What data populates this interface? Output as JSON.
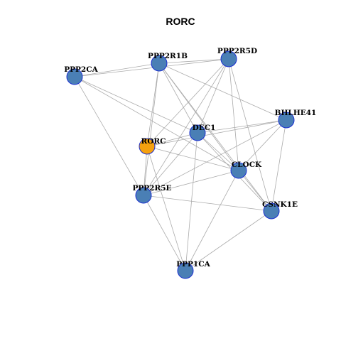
{
  "title": "RORC",
  "colors": {
    "default_node": "#4a7fb5",
    "highlight_node": "#f5a10f",
    "node_border": "#1b2fd1",
    "edge": "#ababab"
  },
  "nodes": [
    {
      "id": "PPP2R1B",
      "label": "PPP2R1B",
      "highlight": false
    },
    {
      "id": "PPP2R5D",
      "label": "PPP2R5D",
      "highlight": false
    },
    {
      "id": "PPP2CA",
      "label": "PPP2CA",
      "highlight": false
    },
    {
      "id": "BHLHE41",
      "label": "BHLHE41",
      "highlight": false
    },
    {
      "id": "DEC1",
      "label": "DEC1",
      "highlight": false
    },
    {
      "id": "RORC",
      "label": "RORC",
      "highlight": true
    },
    {
      "id": "CLOCK",
      "label": "CLOCK",
      "highlight": false
    },
    {
      "id": "PPP2R5E",
      "label": "PPP2R5E",
      "highlight": false
    },
    {
      "id": "CSNK1E",
      "label": "CSNK1E",
      "highlight": false
    },
    {
      "id": "PPP1CA",
      "label": "PPP1CA",
      "highlight": false
    }
  ],
  "edges": [
    [
      "PPP2CA",
      "PPP2R1B"
    ],
    [
      "PPP2CA",
      "PPP2R5D"
    ],
    [
      "PPP2CA",
      "DEC1"
    ],
    [
      "PPP2CA",
      "PPP2R5E"
    ],
    [
      "PPP2CA",
      "CLOCK"
    ],
    [
      "PPP2R1B",
      "PPP2R5D"
    ],
    [
      "PPP2R1B",
      "BHLHE41"
    ],
    [
      "PPP2R1B",
      "DEC1"
    ],
    [
      "PPP2R1B",
      "RORC"
    ],
    [
      "PPP2R1B",
      "CLOCK"
    ],
    [
      "PPP2R1B",
      "PPP2R5E"
    ],
    [
      "PPP2R1B",
      "CSNK1E"
    ],
    [
      "PPP2R5D",
      "DEC1"
    ],
    [
      "PPP2R5D",
      "RORC"
    ],
    [
      "PPP2R5D",
      "CLOCK"
    ],
    [
      "PPP2R5D",
      "CSNK1E"
    ],
    [
      "PPP2R5D",
      "PPP2R5E"
    ],
    [
      "BHLHE41",
      "DEC1"
    ],
    [
      "BHLHE41",
      "RORC"
    ],
    [
      "BHLHE41",
      "CLOCK"
    ],
    [
      "BHLHE41",
      "CSNK1E"
    ],
    [
      "BHLHE41",
      "PPP2R5E"
    ],
    [
      "DEC1",
      "RORC"
    ],
    [
      "DEC1",
      "CLOCK"
    ],
    [
      "DEC1",
      "PPP2R5E"
    ],
    [
      "DEC1",
      "CSNK1E"
    ],
    [
      "DEC1",
      "PPP1CA"
    ],
    [
      "RORC",
      "CLOCK"
    ],
    [
      "RORC",
      "PPP2R5E"
    ],
    [
      "RORC",
      "PPP1CA"
    ],
    [
      "CLOCK",
      "CSNK1E"
    ],
    [
      "CLOCK",
      "PPP2R5E"
    ],
    [
      "CLOCK",
      "PPP1CA"
    ],
    [
      "PPP2R5E",
      "CSNK1E"
    ],
    [
      "PPP2R5E",
      "PPP1CA"
    ],
    [
      "CSNK1E",
      "PPP1CA"
    ]
  ]
}
